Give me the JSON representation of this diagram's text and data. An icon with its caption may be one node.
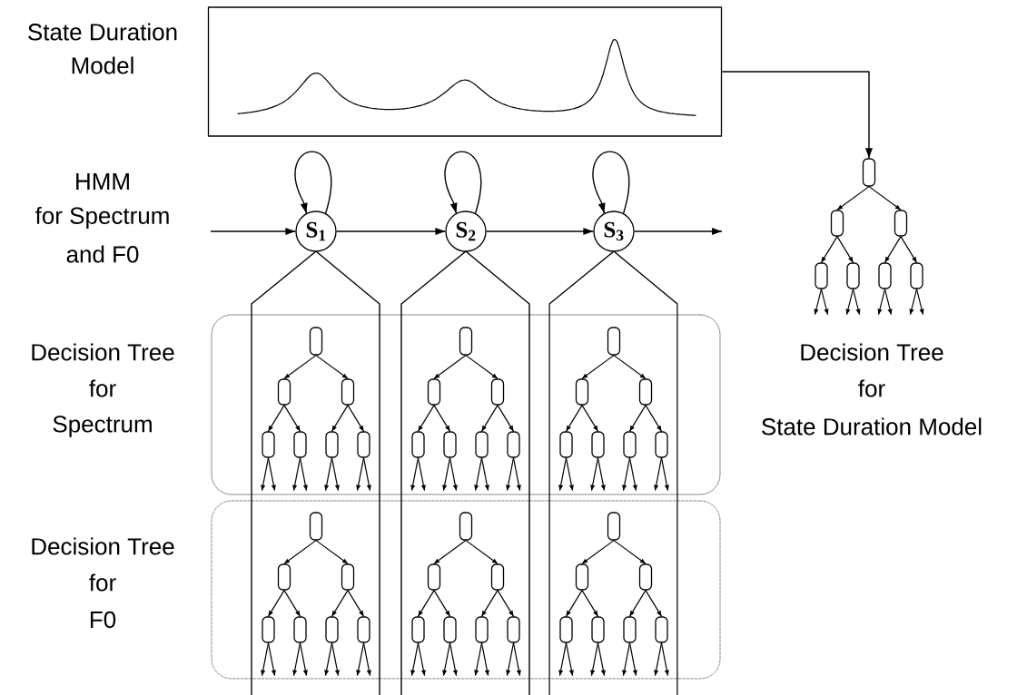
{
  "diagram": {
    "nodes": [
      {
        "text": [],
        "shape": "box"
      },
      {
        "text": [
          "S$_{1}$"
        ]
      },
      {
        "text": [
          "S$_{2}$"
        ]
      },
      {
        "text": [
          "S$_{3}$"
        ]
      },
      {
        "text": [],
        "shape": "box"
      },
      {
        "text": [],
        "shape": "box"
      },
      {
        "text": [],
        "shape": "box",
        "in": 4
      },
      {
        "text": [],
        "shape": "box",
        "in": 4
      },
      {
        "text": [],
        "shape": "box",
        "in": 4
      },
      {
        "text": [],
        "shape": "box",
        "in": 4
      },
      {
        "text": [],
        "shape": "box",
        "in": 4
      },
      {
        "text": [],
        "shape": "box",
        "in": 4
      },
      {
        "text": [],
        "shape": "box",
        "in": 4
      },
      {
        "text": [],
        "shape": "box",
        "in": 4
      },
      {
        "text": [],
        "shape": "box",
        "in": 4
      },
      {
        "text": [],
        "shape": "box",
        "in": 4
      },
      {
        "text": [],
        "shape": "box",
        "in": 4
      },
      {
        "text": [],
        "shape": "box",
        "in": 4
      },
      {
        "text": [],
        "shape": "box",
        "in": 4
      },
      {
        "text": [],
        "shape": "box",
        "in": 4
      },
      {
        "text": [],
        "shape": "box",
        "in": 4
      },
      {
        "text": [],
        "shape": "box",
        "in": 4
      },
      {
        "text": [],
        "shape": "box",
        "in": 4
      },
      {
        "text": [],
        "shape": "box",
        "in": 4
      },
      {
        "text": [],
        "shape": "box",
        "in": 4
      },
      {
        "text": [],
        "shape": "box",
        "in": 4
      },
      {
        "text": [],
        "shape": "box",
        "in": 4
      },
      {
        "text": [],
        "shape": "box",
        "in": 5
      },
      {
        "text": [],
        "shape": "box",
        "in": 5
      },
      {
        "text": [],
        "shape": "box",
        "in": 5
      },
      {
        "text": [],
        "shape": "box",
        "in": 5
      },
      {
        "text": [],
        "shape": "box",
        "in": 5
      },
      {
        "text": [],
        "shape": "box",
        "in": 5
      },
      {
        "text": [],
        "shape": "box",
        "in": 5
      },
      {
        "text": [],
        "shape": "box",
        "in": 5
      },
      {
        "text": [],
        "shape": "box",
        "in": 5
      },
      {
        "text": [],
        "shape": "box",
        "in": 5
      },
      {
        "text": [],
        "shape": "box",
        "in": 5
      },
      {
        "text": [],
        "shape": "box",
        "in": 5
      },
      {
        "text": [],
        "shape": "box",
        "in": 5
      },
      {
        "text": [],
        "shape": "box",
        "in": 5
      },
      {
        "text": [],
        "shape": "box",
        "in": 5
      },
      {
        "text": [],
        "shape": "box",
        "in": 5
      },
      {
        "text": [],
        "shape": "box",
        "in": 5
      },
      {
        "text": [],
        "shape": "box",
        "in": 5
      },
      {
        "text": [],
        "shape": "box",
        "in": 5
      },
      {
        "text": [],
        "shape": "box",
        "in": 5
      },
      {
        "text": [],
        "shape": "box",
        "in": 5
      },
      {
        "text": [],
        "shape": "box"
      },
      {
        "text": [],
        "shape": "box"
      },
      {
        "text": [],
        "shape": "box"
      },
      {
        "text": [],
        "shape": "box"
      },
      {
        "text": [],
        "shape": "box"
      },
      {
        "text": [],
        "shape": "box"
      },
      {
        "text": [],
        "shape": "box"
      }
    ],
    "edges": [
      {
        "from": null,
        "to": 1,
        "arrow": "to"
      },
      {
        "from": 1,
        "to": 2,
        "arrow": "to"
      },
      {
        "from": 2,
        "to": 3,
        "arrow": "to"
      },
      {
        "from": 3,
        "to": null,
        "arrow": "to"
      },
      {
        "from": 1,
        "to": 1,
        "arrow": "to"
      },
      {
        "from": 2,
        "to": 2,
        "arrow": "to"
      },
      {
        "from": 3,
        "to": 3,
        "arrow": "to"
      },
      {
        "from": 0,
        "to": 48,
        "arrow": "to"
      },
      {
        "from": 6,
        "to": 7,
        "arrow": "to"
      },
      {
        "from": 6,
        "to": 8,
        "arrow": "to"
      },
      {
        "from": 7,
        "to": 9,
        "arrow": "to"
      },
      {
        "from": 7,
        "to": 10,
        "arrow": "to"
      },
      {
        "from": 8,
        "to": 11,
        "arrow": "to"
      },
      {
        "from": 8,
        "to": 12,
        "arrow": "to"
      },
      {
        "from": 9,
        "to": null,
        "arrow": "to"
      },
      {
        "from": 9,
        "to": null,
        "arrow": "to"
      },
      {
        "from": 10,
        "to": null,
        "arrow": "to"
      },
      {
        "from": 10,
        "to": null,
        "arrow": "to"
      },
      {
        "from": 11,
        "to": null,
        "arrow": "to"
      },
      {
        "from": 11,
        "to": null,
        "arrow": "to"
      },
      {
        "from": 12,
        "to": null,
        "arrow": "to"
      },
      {
        "from": 12,
        "to": null,
        "arrow": "to"
      },
      {
        "from": 13,
        "to": 14,
        "arrow": "to"
      },
      {
        "from": 13,
        "to": 15,
        "arrow": "to"
      },
      {
        "from": 14,
        "to": 16,
        "arrow": "to"
      },
      {
        "from": 14,
        "to": 17,
        "arrow": "to"
      },
      {
        "from": 15,
        "to": 18,
        "arrow": "to"
      },
      {
        "from": 15,
        "to": 19,
        "arrow": "to"
      },
      {
        "from": 16,
        "to": null,
        "arrow": "to"
      },
      {
        "from": 16,
        "to": null,
        "arrow": "to"
      },
      {
        "from": 17,
        "to": null,
        "arrow": "to"
      },
      {
        "from": 17,
        "to": null,
        "arrow": "to"
      },
      {
        "from": 18,
        "to": null,
        "arrow": "to"
      },
      {
        "from": 18,
        "to": null,
        "arrow": "to"
      },
      {
        "from": 19,
        "to": null,
        "arrow": "to"
      },
      {
        "from": 19,
        "to": null,
        "arrow": "to"
      },
      {
        "from": 20,
        "to": 21,
        "arrow": "to"
      },
      {
        "from": 20,
        "to": 22,
        "arrow": "to"
      },
      {
        "from": 21,
        "to": 23,
        "arrow": "to"
      },
      {
        "from": 21,
        "to": 24,
        "arrow": "to"
      },
      {
        "from": 22,
        "to": 25,
        "arrow": "to"
      },
      {
        "from": 22,
        "to": 26,
        "arrow": "to"
      },
      {
        "from": 23,
        "to": null,
        "arrow": "to"
      },
      {
        "from": 23,
        "to": null,
        "arrow": "to"
      },
      {
        "from": 24,
        "to": null,
        "arrow": "to"
      },
      {
        "from": 24,
        "to": null,
        "arrow": "to"
      },
      {
        "from": 25,
        "to": null,
        "arrow": "to"
      },
      {
        "from": 25,
        "to": null,
        "arrow": "to"
      },
      {
        "from": 26,
        "to": null,
        "arrow": "to"
      },
      {
        "from": 26,
        "to": null,
        "arrow": "to"
      },
      {
        "from": 27,
        "to": 28,
        "arrow": "to"
      },
      {
        "from": 27,
        "to": 29,
        "arrow": "to"
      },
      {
        "from": 28,
        "to": 30,
        "arrow": "to"
      },
      {
        "from": 28,
        "to": 31,
        "arrow": "to"
      },
      {
        "from": 29,
        "to": 32,
        "arrow": "to"
      },
      {
        "from": 29,
        "to": 33,
        "arrow": "to"
      },
      {
        "from": 30,
        "to": null,
        "arrow": "to"
      },
      {
        "from": 30,
        "to": null,
        "arrow": "to"
      },
      {
        "from": 31,
        "to": null,
        "arrow": "to"
      },
      {
        "from": 31,
        "to": null,
        "arrow": "to"
      },
      {
        "from": 32,
        "to": null,
        "arrow": "to"
      },
      {
        "from": 32,
        "to": null,
        "arrow": "to"
      },
      {
        "from": 33,
        "to": null,
        "arrow": "to"
      },
      {
        "from": 33,
        "to": null,
        "arrow": "to"
      },
      {
        "from": 34,
        "to": 35,
        "arrow": "to"
      },
      {
        "from": 34,
        "to": 36,
        "arrow": "to"
      },
      {
        "from": 35,
        "to": 37,
        "arrow": "to"
      },
      {
        "from": 35,
        "to": 38,
        "arrow": "to"
      },
      {
        "from": 36,
        "to": 39,
        "arrow": "to"
      },
      {
        "from": 36,
        "to": 40,
        "arrow": "to"
      },
      {
        "from": 37,
        "to": null,
        "arrow": "to"
      },
      {
        "from": 37,
        "to": null,
        "arrow": "to"
      },
      {
        "from": 38,
        "to": null,
        "arrow": "to"
      },
      {
        "from": 38,
        "to": null,
        "arrow": "to"
      },
      {
        "from": 39,
        "to": null,
        "arrow": "to"
      },
      {
        "from": 39,
        "to": null,
        "arrow": "to"
      },
      {
        "from": 40,
        "to": null,
        "arrow": "to"
      },
      {
        "from": 40,
        "to": null,
        "arrow": "to"
      },
      {
        "from": 41,
        "to": 42,
        "arrow": "to"
      },
      {
        "from": 41,
        "to": 43,
        "arrow": "to"
      },
      {
        "from": 42,
        "to": 44,
        "arrow": "to"
      },
      {
        "from": 42,
        "to": 45,
        "arrow": "to"
      },
      {
        "from": 43,
        "to": 46,
        "arrow": "to"
      },
      {
        "from": 43,
        "to": 47,
        "arrow": "to"
      },
      {
        "from": 44,
        "to": null,
        "arrow": "to"
      },
      {
        "from": 44,
        "to": null,
        "arrow": "to"
      },
      {
        "from": 45,
        "to": null,
        "arrow": "to"
      },
      {
        "from": 45,
        "to": null,
        "arrow": "to"
      },
      {
        "from": 46,
        "to": null,
        "arrow": "to"
      },
      {
        "from": 46,
        "to": null,
        "arrow": "to"
      },
      {
        "from": 47,
        "to": null,
        "arrow": "to"
      },
      {
        "from": 47,
        "to": null,
        "arrow": "to"
      },
      {
        "from": 48,
        "to": 49,
        "arrow": "to"
      },
      {
        "from": 48,
        "to": 50,
        "arrow": "to"
      },
      {
        "from": 49,
        "to": 51,
        "arrow": "to"
      },
      {
        "from": 49,
        "to": 52,
        "arrow": "to"
      },
      {
        "from": 50,
        "to": 53,
        "arrow": "to"
      },
      {
        "from": 50,
        "to": 54,
        "arrow": "to"
      },
      {
        "from": 51,
        "to": null,
        "arrow": "to"
      },
      {
        "from": 51,
        "to": null,
        "arrow": "to"
      },
      {
        "from": 52,
        "to": null,
        "arrow": "to"
      },
      {
        "from": 52,
        "to": null,
        "arrow": "to"
      },
      {
        "from": 53,
        "to": null,
        "arrow": "to"
      },
      {
        "from": 53,
        "to": null,
        "arrow": "to"
      },
      {
        "from": 54,
        "to": null,
        "arrow": "to"
      },
      {
        "from": 54,
        "to": null,
        "arrow": "to"
      }
    ],
    "labels": [
      "State Duration",
      "Model",
      "HMM",
      "for Spectrum",
      "and F0",
      "Decision Tree",
      "for",
      "Spectrum",
      "Decision Tree",
      "for",
      "F0",
      "Decision Tree",
      "for",
      "State Duration Model"
    ]
  }
}
